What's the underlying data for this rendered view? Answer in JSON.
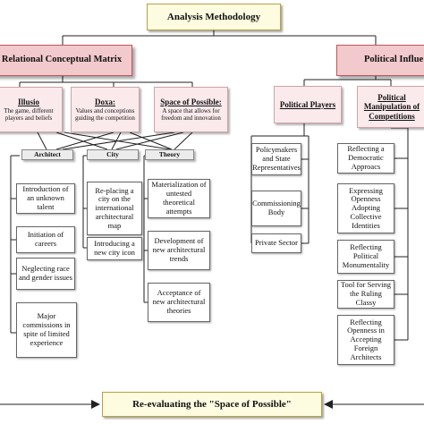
{
  "top": {
    "label": "Analysis Methodology"
  },
  "relational": {
    "label": "Relational Conceptual Matrix",
    "categories": [
      {
        "title": "Illusio",
        "desc": "The game, different players and beliefs"
      },
      {
        "title": "Doxa:",
        "desc": "Values and conceptions guiding the competition"
      },
      {
        "title": "Space of Possible:",
        "desc": "A space that allows for freedom and innovation"
      }
    ],
    "columns": [
      {
        "header": "Architect",
        "items": [
          "Introduction of an unknown talent",
          "Initiation of careers",
          "Neglecting race and gender issues",
          "Major commissions in spite of limited experience"
        ]
      },
      {
        "header": "City",
        "items": [
          "Re-placing a city on the international architectural map",
          "Introducing a new city icon"
        ]
      },
      {
        "header": "Theory",
        "items": [
          "Materialization of untested theoretical attempts",
          "Development of new architectural trends",
          "Acceptance of new architectural theories"
        ]
      }
    ]
  },
  "political": {
    "label": "Political Influe",
    "players": {
      "title": "Political Players",
      "items": [
        "Policymakers and State Representatives",
        "Commissioning Body",
        "Private Sector"
      ]
    },
    "manipulation": {
      "title": "Political Manipulation of Competitions",
      "items": [
        "Reflecting a Democratic Approacs",
        "Expressing Openness Adopting Collective Identities",
        "Reflecting Political Monumentality",
        "Tool for Serving the Ruling Classy",
        "Reflecting Openness in Accepting Foreign Architects"
      ]
    }
  },
  "bottom": {
    "label": "Re-evaluating the \"Space of Possible\""
  }
}
